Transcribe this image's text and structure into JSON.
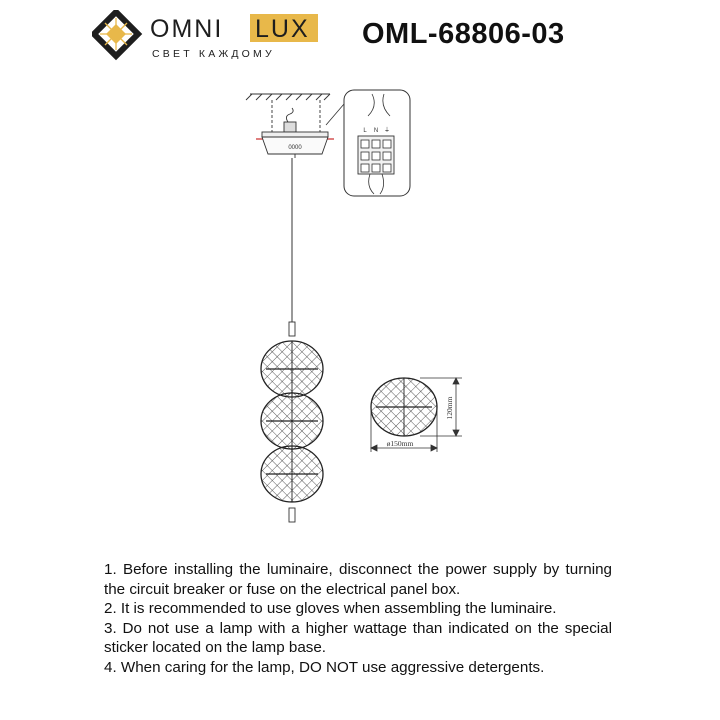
{
  "brand": {
    "name_left": "OMNI",
    "name_right": "LUX",
    "tagline": "СВЕТ КАЖДОМУ",
    "colors": {
      "gold": "#e8b84a",
      "dark": "#1e1e1e"
    }
  },
  "model_code": "OML-68806-03",
  "diagram": {
    "canopy_label": "0000",
    "terminal_labels": [
      "L",
      "N",
      "⏚"
    ],
    "diameter_label": "ø150mm",
    "height_label": "120mm"
  },
  "instructions": [
    "1. Before installing the luminaire, disconnect the power supply by turning the circuit breaker or fuse on the electrical panel box.",
    "2. It is recommended to use gloves when assembling the luminaire.",
    "3. Do not use a lamp with a higher wattage than indicated on the special sticker located on the lamp base.",
    "4. When caring for the lamp, DO NOT use aggressive detergents."
  ]
}
